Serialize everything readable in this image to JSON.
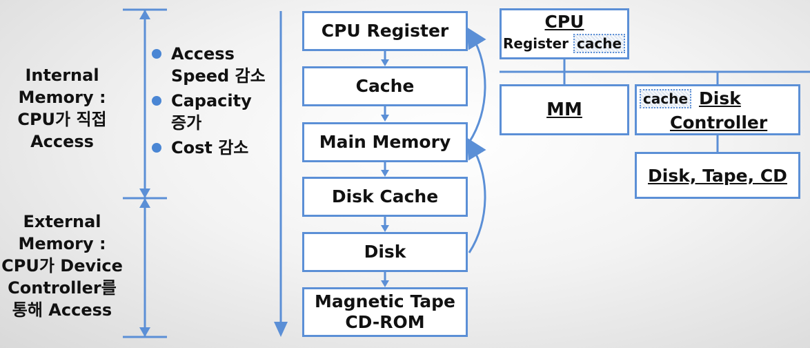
{
  "left_labels": {
    "internal": [
      "Internal",
      "Memory :",
      "CPU가 직접",
      "Access"
    ],
    "external": [
      "External",
      "Memory :",
      "CPU가 Device",
      "Controller를",
      "통해 Access"
    ]
  },
  "bullets": [
    [
      "Access",
      "Speed 감소"
    ],
    [
      "Capacity",
      "증가"
    ],
    [
      "Cost 감소"
    ]
  ],
  "hierarchy": [
    [
      "CPU Register"
    ],
    [
      "Cache"
    ],
    [
      "Main Memory"
    ],
    [
      "Disk Cache"
    ],
    [
      "Disk"
    ],
    [
      "Magnetic Tape",
      "CD-ROM"
    ]
  ],
  "architecture": {
    "cpu_title": "CPU",
    "cpu_register": "Register",
    "cpu_cache": "cache",
    "mm": "MM",
    "controller_cache": "cache",
    "controller": [
      "Disk",
      "Controller"
    ],
    "storage": "Disk, Tape, CD"
  },
  "colors": {
    "accent": "#5b8fd6",
    "bullet": "#4a86d4"
  }
}
